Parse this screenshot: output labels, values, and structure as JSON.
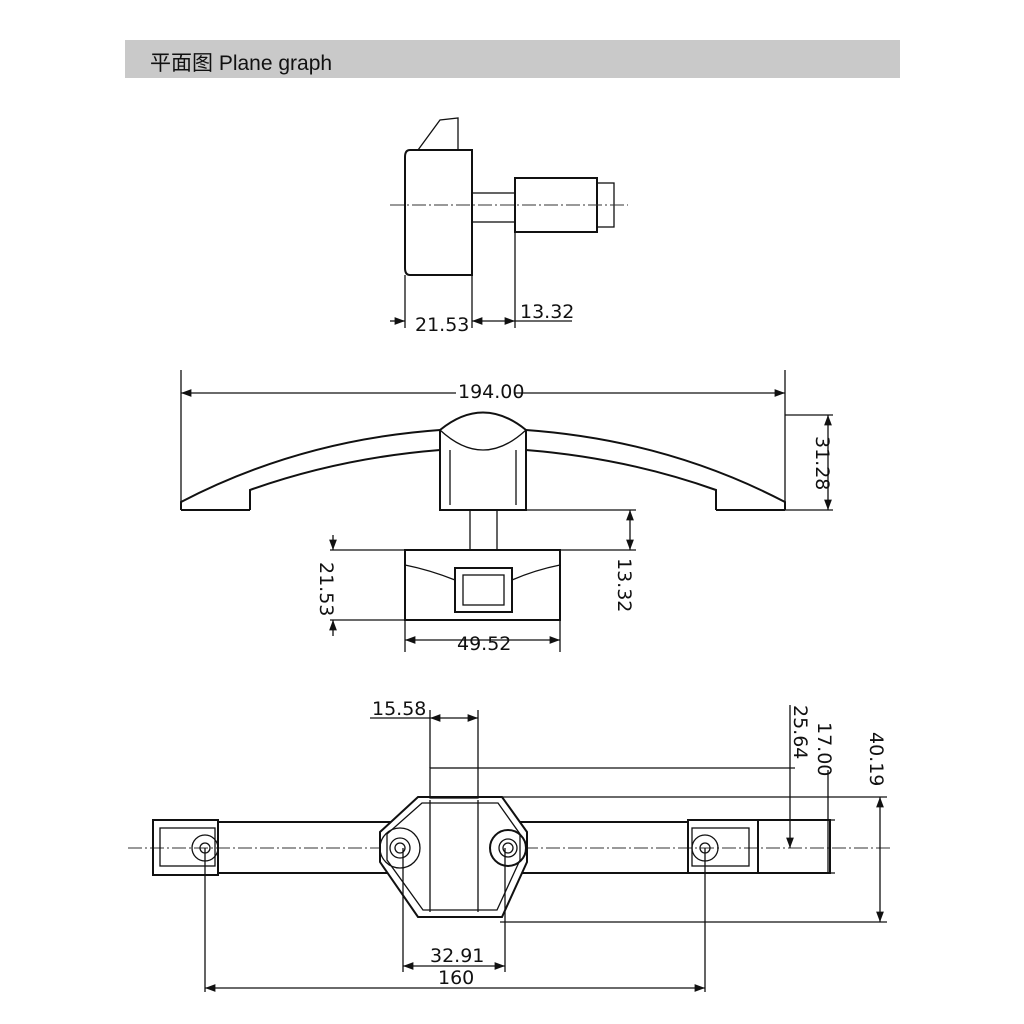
{
  "header": {
    "title": "平面图 Plane graph"
  },
  "dimensions": {
    "side_view": {
      "left": "21.53",
      "right": "13.32"
    },
    "front_view": {
      "width": "194.00",
      "height": "31.28",
      "base_height": "21.53",
      "shaft_length": "13.32",
      "base_width": "49.52"
    },
    "plan_view": {
      "cylinder_width": "15.58",
      "cylinder_offset": "25.64",
      "bar_width": "17.00",
      "body_height": "40.19",
      "hole_spacing": "32.91",
      "mount_spacing": "160"
    }
  }
}
